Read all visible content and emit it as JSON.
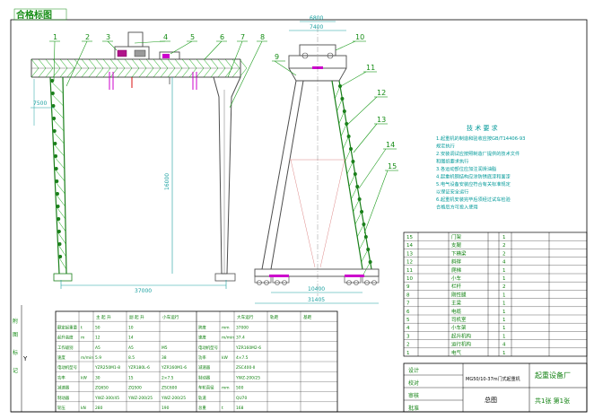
{
  "sheet": {
    "corner_stamp": "合格标图",
    "colors": {
      "outline": "#000000",
      "structure": "#4d4d4d",
      "truss": "#1a7f1a",
      "truss_member": "#00a000",
      "leader": "#1a9a1a",
      "label": "#148c14",
      "dimension": "#19a0a0",
      "annotation": "#009999",
      "accent": "#cc00cc",
      "red": "#d81010",
      "table_text": "#108010"
    }
  },
  "front_view": {
    "callouts": [
      "1",
      "2",
      "3",
      "4",
      "5",
      "6",
      "7",
      "8"
    ],
    "dims": {
      "span": "37000",
      "height": "16000",
      "leg": "7500"
    }
  },
  "side_view": {
    "callouts": [
      "9",
      "10",
      "11",
      "12",
      "13",
      "14",
      "15"
    ],
    "dims": {
      "top1": "6800",
      "top2": "7400",
      "base": "31405",
      "base_inner": "10400"
    }
  },
  "notes": {
    "title": "技 术 要 求",
    "lines": [
      "1.起重机的制造和验收应按GB/T14406-93",
      "  规定执行",
      "2.安装调试应按照制造厂提供的技术文件",
      "  和图纸要求执行",
      "3.各运动部位应加注润滑油脂",
      "4.起重机钢结构应涂防锈底漆和面漆",
      "5.电气设备安装应符合有关标准规定",
      "  以保证安全运行",
      "6.起重机安装完毕后须经过试车检验",
      "  合格后方可投入使用"
    ]
  },
  "parts": {
    "rows": [
      {
        "no": "15",
        "name": "门架",
        "qty": "1"
      },
      {
        "no": "14",
        "name": "支腿",
        "qty": "2"
      },
      {
        "no": "13",
        "name": "下横梁",
        "qty": "2"
      },
      {
        "no": "12",
        "name": "斜撑",
        "qty": "4"
      },
      {
        "no": "11",
        "name": "爬梯",
        "qty": "1"
      },
      {
        "no": "10",
        "name": "小车",
        "qty": "1"
      },
      {
        "no": "9",
        "name": "栏杆",
        "qty": "2"
      },
      {
        "no": "8",
        "name": "刚性腿",
        "qty": "1"
      },
      {
        "no": "7",
        "name": "主梁",
        "qty": "1"
      },
      {
        "no": "6",
        "name": "电缆",
        "qty": "1"
      },
      {
        "no": "5",
        "name": "司机室",
        "qty": "1"
      },
      {
        "no": "4",
        "name": "小车架",
        "qty": "1"
      },
      {
        "no": "3",
        "name": "起升机构",
        "qty": "1"
      },
      {
        "no": "2",
        "name": "运行机构",
        "qty": "4"
      },
      {
        "no": "1",
        "name": "电气",
        "qty": "1"
      }
    ]
  },
  "specs": {
    "group_a": {
      "header": [
        "主 起 升",
        "副 起 升",
        "小车运行"
      ],
      "rows": [
        [
          "额定起重量",
          "t",
          "50",
          "10",
          ""
        ],
        [
          "起升高度",
          "m",
          "12",
          "14",
          ""
        ],
        [
          "工作级别",
          "",
          "A5",
          "A5",
          "M5"
        ],
        [
          "速度",
          "m/min",
          "5.9",
          "8.5",
          "38"
        ],
        [
          "电动机型号",
          "",
          "YZR250M1-8",
          "YZR180L-6",
          "YZR160M1-6"
        ],
        [
          "功率",
          "kW",
          "30",
          "15",
          "2×7.5"
        ],
        [
          "减速器",
          "",
          "ZQ650",
          "ZQ500",
          "ZSC600"
        ],
        [
          "制动器",
          "",
          "YWZ-300/45",
          "YWZ-200/25",
          "YWZ-200/25"
        ],
        [
          "轮压",
          "kN",
          "280",
          "",
          "190"
        ]
      ]
    },
    "group_b": {
      "header": [
        "大车运行",
        "轨距",
        "基距"
      ],
      "rows": [
        [
          "跨度",
          "mm",
          "37000",
          "",
          ""
        ],
        [
          "速度",
          "m/min",
          "37.4",
          "",
          ""
        ],
        [
          "电动机型号",
          "",
          "YZR160M2-6",
          "",
          ""
        ],
        [
          "功率",
          "kW",
          "4×7.5",
          "",
          ""
        ],
        [
          "减速器",
          "",
          "ZSC400-Ⅱ",
          "",
          ""
        ],
        [
          "制动器",
          "",
          "YWZ-200/25",
          "",
          ""
        ],
        [
          "车轮直径",
          "mm",
          "500",
          "",
          ""
        ],
        [
          "轨道",
          "",
          "QU70",
          "",
          ""
        ],
        [
          "总重",
          "t",
          "168",
          "",
          ""
        ]
      ]
    }
  },
  "title_block": {
    "drawing_title": "MG50/10-37m门式起重机",
    "drawing_no": "总图",
    "company": "起重设备厂",
    "sheet": "共1张 第1张",
    "labels": [
      "设计",
      "校对",
      "审核",
      "批准"
    ]
  }
}
